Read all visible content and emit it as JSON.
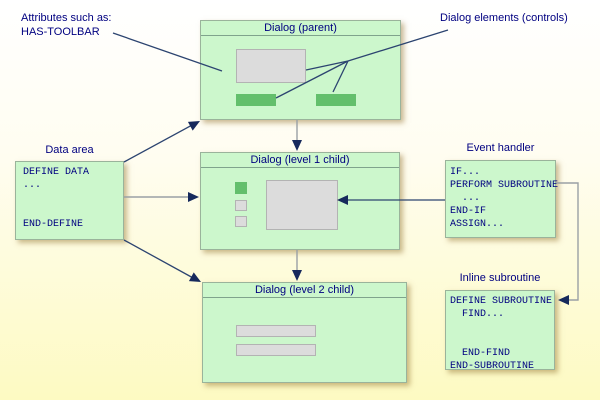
{
  "diagram": {
    "annotations": {
      "attributes_line1": "Attributes such as:",
      "attributes_line2": "HAS-TOOLBAR",
      "controls_label": "Dialog elements (controls)"
    },
    "dialogs": {
      "parent": {
        "title": "Dialog (parent)"
      },
      "child1": {
        "title": "Dialog (level 1 child)"
      },
      "child2": {
        "title": "Dialog (level 2 child)"
      }
    },
    "data_area": {
      "label": "Data area",
      "code": "DEFINE DATA\n...\n\n\nEND-DEFINE"
    },
    "event_handler": {
      "label": "Event handler",
      "code": "IF...\nPERFORM SUBROUTINE\n  ...\nEND-IF\nASSIGN..."
    },
    "inline_subroutine": {
      "label": "Inline subroutine",
      "code": "DEFINE SUBROUTINE\n  FIND...\n\n\n  END-FIND\nEND-SUBROUTINE"
    }
  },
  "colors": {
    "navyText": "#000080",
    "line": "#2c4470",
    "arrow": "#16295c",
    "grayLine": "#9aa0a5",
    "boxFill": "#ccf7cc",
    "boxBorder": "#9ab39b",
    "titleSeparator": "#7fa38c",
    "controlGreen": "#63bf6c",
    "controlGray": "#dcdcdc",
    "controlGrayBorder": "#b3b3b3",
    "bgTop": "#ffffff",
    "bgBottom": "#fdfac2"
  }
}
